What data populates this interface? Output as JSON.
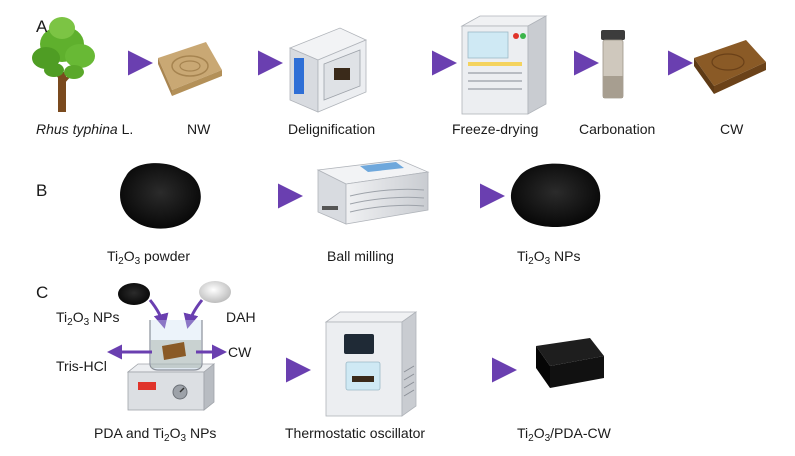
{
  "panels": {
    "a": {
      "letter": "A",
      "labels": {
        "tree_italic": "Rhus typhina",
        "tree_suffix": " L.",
        "nw": "NW",
        "delignification": "Delignification",
        "freeze_drying": "Freeze-drying",
        "carbonation": "Carbonation",
        "cw": "CW"
      }
    },
    "b": {
      "letter": "B",
      "labels": {
        "powder_pre": "Ti",
        "powder_sub1": "2",
        "powder_mid": "O",
        "powder_sub2": "3",
        "powder_post": " powder",
        "ball_milling": "Ball milling",
        "nps_pre": "Ti",
        "nps_sub1": "2",
        "nps_mid": "O",
        "nps_sub2": "3",
        "nps_post": " NPs"
      }
    },
    "c": {
      "letter": "C",
      "labels": {
        "nps_pre": "Ti",
        "nps_sub1": "2",
        "nps_mid": "O",
        "nps_sub2": "3",
        "nps_post": " NPs",
        "dah": "DAH",
        "cw": "CW",
        "tris": "Tris-HCl",
        "pda_pre": "PDA and Ti",
        "pda_sub1": "2",
        "pda_mid": "O",
        "pda_sub2": "3",
        "pda_post": " NPs",
        "oscillator": "Thermostatic oscillator",
        "product_pre": "Ti",
        "product_sub1": "2",
        "product_mid": "O",
        "product_sub2": "3",
        "product_post": "/PDA-CW"
      }
    }
  },
  "colors": {
    "arrow": "#6a3fb0",
    "wood": "#c9a874",
    "carbon_wood": "#8a5a26",
    "black_material": "#0d0d0d",
    "machine_body": "#dcdfe3",
    "tree_green": "#55a82a"
  }
}
